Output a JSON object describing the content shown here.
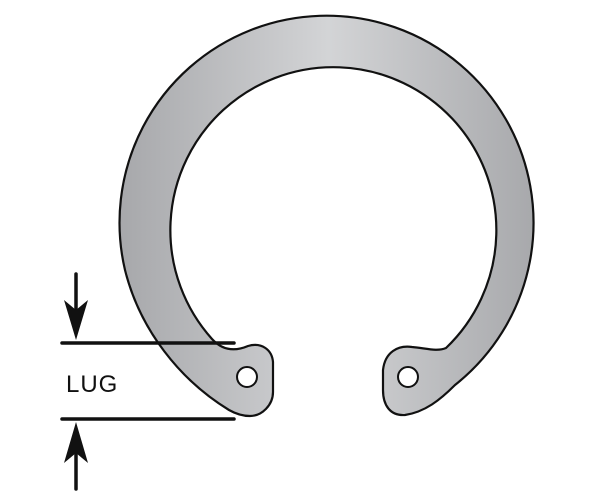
{
  "diagram": {
    "type": "internal-retaining-ring",
    "dimension_label": "LUG",
    "colors": {
      "ring_fill_light": "#d3d4d6",
      "ring_fill_dark": "#a7a8ab",
      "outline": "#111111",
      "background": "#ffffff",
      "hole_fill": "#ffffff"
    },
    "parts": [
      {
        "name": "ring-body",
        "label": ""
      },
      {
        "name": "left-lug",
        "label": ""
      },
      {
        "name": "right-lug",
        "label": ""
      },
      {
        "name": "lug-dimension",
        "label": "LUG"
      }
    ]
  }
}
